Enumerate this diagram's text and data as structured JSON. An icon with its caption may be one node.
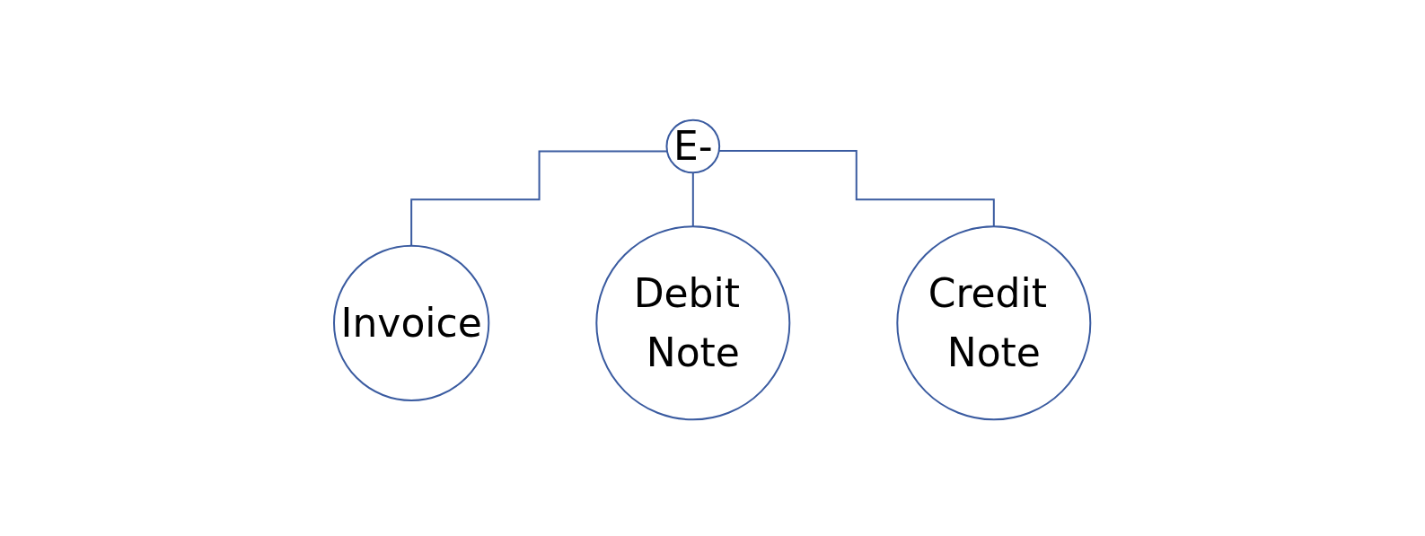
{
  "diagram": {
    "nodes": [
      {
        "text": [
          "E-"
        ]
      },
      {
        "text": [
          "Invoice"
        ]
      },
      {
        "text": [
          "Debit Note"
        ]
      },
      {
        "text": [
          "Credit Note"
        ]
      }
    ],
    "edges": [
      {
        "from": 0,
        "to": 1,
        "arrow": "none"
      },
      {
        "from": 0,
        "to": 2,
        "arrow": "none"
      },
      {
        "from": 0,
        "to": 3,
        "arrow": "none"
      }
    ]
  }
}
